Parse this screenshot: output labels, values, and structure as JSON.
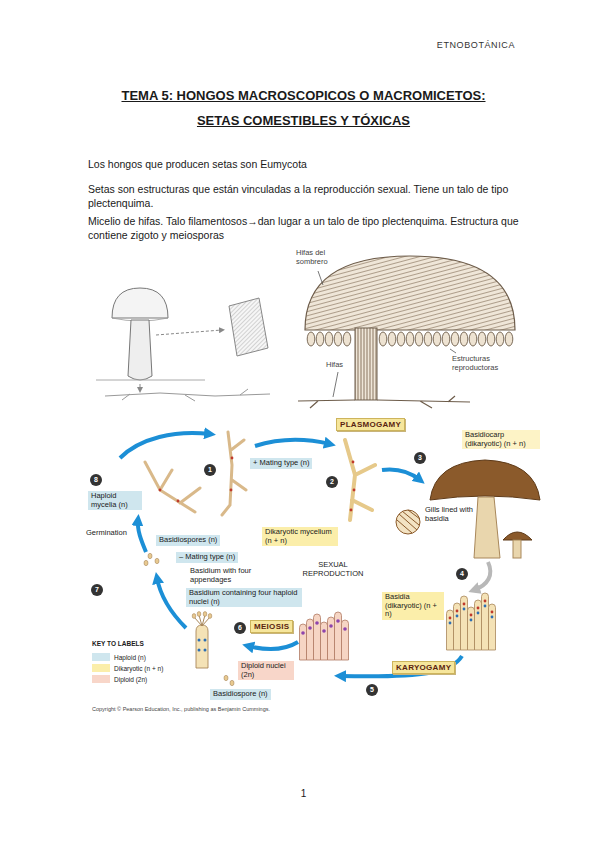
{
  "diagram": {
    "title": "TEMA 5: HONGOS MACROSCOPICOS O MACROMICETOS:",
    "nodes": [
      {
        "text": [
          "PLASMOGAMY"
        ]
      },
      {
        "text": [
          "Basidiocarp (dikaryotic) (n + n)"
        ]
      },
      {
        "text": [
          "1"
        ]
      },
      {
        "text": [
          "+ Mating type (n)"
        ]
      },
      {
        "text": [
          "8"
        ]
      },
      {
        "text": [
          "2"
        ]
      },
      {
        "text": [
          "Haploid mycelia (n)"
        ]
      },
      {
        "text": [
          "3"
        ]
      },
      {
        "text": [
          "Dikaryotic mycelium (n + n)"
        ]
      },
      {
        "text": [
          "Basidiospores (n)"
        ]
      },
      {
        "text": [
          "– Mating type (n)"
        ]
      },
      {
        "text": [
          "4"
        ]
      },
      {
        "text": [
          "7"
        ]
      },
      {
        "text": [
          "Basidium containing four haploid nuclei (n)"
        ]
      },
      {
        "text": [
          "Basidia (dikaryotic) (n + n)"
        ]
      },
      {
        "text": [
          "MEIOSIS"
        ]
      },
      {
        "text": [
          "6"
        ]
      },
      {
        "text": [
          "KARYOGAMY"
        ]
      },
      {
        "text": [
          "Diploid nuclei (2n)"
        ]
      },
      {
        "text": [
          "5"
        ]
      },
      {
        "text": [
          "Basidiospore (n)"
        ]
      }
    ],
    "labels": [
      "ETNOBOTÁNICA",
      "SETAS COMESTIBLES Y TÓXICAS",
      "Los hongos que producen setas son Eumycota",
      "Setas son estructuras que están vinculadas a la reproducción sexual. Tiene un talo de tipo plectenquima.",
      "Micelio de hifas. Talo filamentosos→dan lugar a un talo de tipo plectenquima. Estructura que contiene zigoto y meiosporas",
      "Hifas del sombrero",
      "Hifas",
      "Estructuras reproductoras",
      "Gills lined with basidia",
      "Germination",
      "Basidium with four appendages",
      "SEXUAL REPRODUCTION",
      "KEY TO LABELS",
      "Copyright © Pearson Education, Inc., publishing as Benjamin Cummings.",
      "1"
    ],
    "legend": [
      {
        "text": "Haploid (n)",
        "color": "#cfe6ee"
      },
      {
        "text": "Dikaryotic (n + n)",
        "color": "#fbeeaa"
      },
      {
        "text": "Diploid (2n)",
        "color": "#f8d6c9"
      }
    ]
  }
}
